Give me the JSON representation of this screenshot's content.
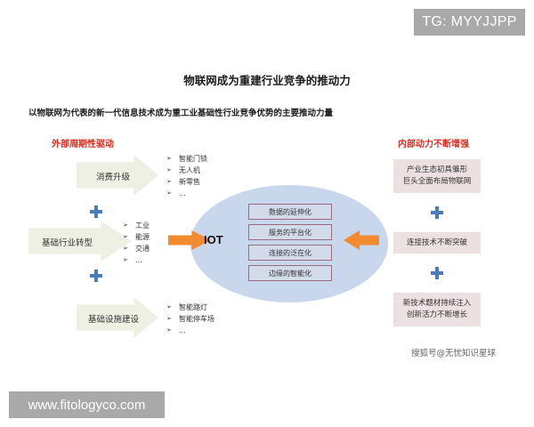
{
  "watermarks": {
    "top": "TG: MYYJJPP",
    "bottom": "www.fitologyco.com",
    "credit": "搜狐号@无忧知识星球"
  },
  "title": "物联网成为重建行业竞争的推动力",
  "subtitle": "以物联网为代表的新一代信息技术成为重工业基础性行业竞争优势的主要推动力量",
  "left": {
    "heading": "外部周期性驱动",
    "drivers": [
      {
        "label": "消费升级",
        "bullets": [
          "智能门锁",
          "无人机",
          "新零售",
          "..."
        ]
      },
      {
        "label": "基础行业转型",
        "bullets": [
          "工业",
          "能源",
          "交通",
          "..."
        ]
      },
      {
        "label": "基础设施建设",
        "bullets": [
          "智能路灯",
          "智能停车场",
          "..."
        ]
      }
    ],
    "bullet_marker": "➢"
  },
  "center": {
    "label": "IOT",
    "trends": [
      "数据的延伸化",
      "服务的平台化",
      "连接的泛在化",
      "边缘的智能化"
    ]
  },
  "right": {
    "heading": "内部动力不断增强",
    "boxes": [
      [
        "产业生态初具雏形",
        "巨头全面布局物联网"
      ],
      [
        "连接技术不断突破"
      ],
      [
        "新技术题材持续注入",
        "创新活力不断增长"
      ]
    ]
  },
  "colors": {
    "heading_red": "#e02a1e",
    "plus_blue": "#4d7ab8",
    "arrow_orange": "#f28a30",
    "ellipse_blue": "#c8d7ec",
    "trend_border": "#9b6a83",
    "right_box": "#ede0e0",
    "chevron": "#eef0e4",
    "watermark_gray": "#a9a9a9"
  }
}
